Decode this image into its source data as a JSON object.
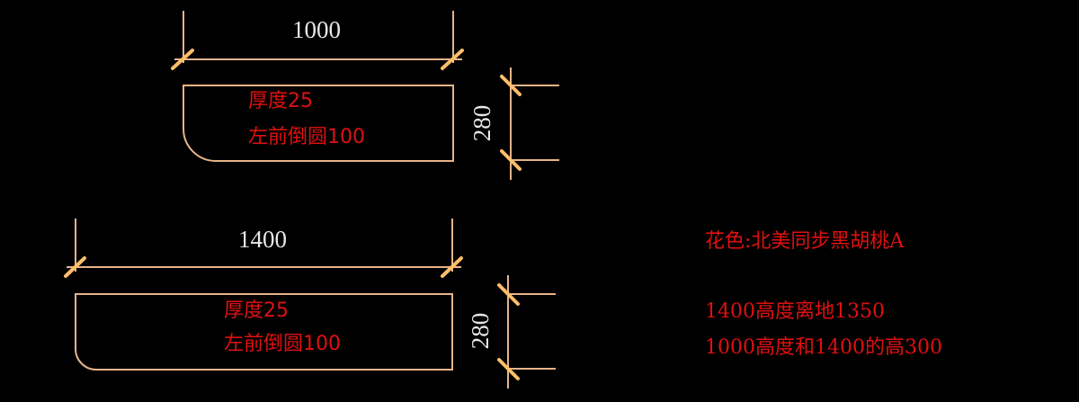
{
  "drawing": {
    "panel_top": {
      "width_label": "1000",
      "height_label": "280",
      "notes": [
        "厚度25",
        "左前倒圆100"
      ]
    },
    "panel_bottom": {
      "width_label": "1400",
      "height_label": "280",
      "notes": [
        "厚度25",
        "左前倒圆100"
      ]
    },
    "specs": {
      "color": "花色:北美同步黑胡桃A",
      "line1": "1400高度离地1350",
      "line2": "1000高度和1400的高300"
    }
  },
  "colors": {
    "background": "#000000",
    "outline": "#e6b48a",
    "dimension_tick": "#ffbe6a",
    "annotation": "#e01010",
    "dimension_text": "#e8e8e8"
  }
}
